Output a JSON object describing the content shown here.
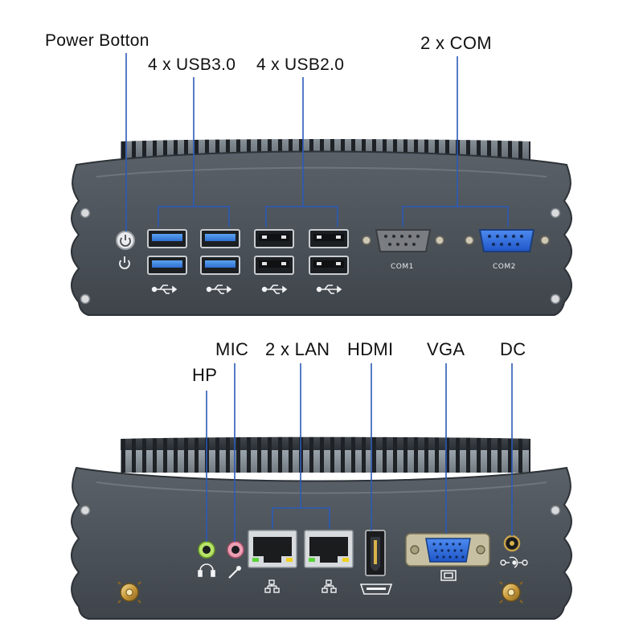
{
  "callouts": {
    "power_button": "Power Botton",
    "usb30": "4 x USB3.0",
    "usb20": "4 x USB2.0",
    "com": "2 x COM",
    "mic": "MIC",
    "hp": "HP",
    "lan": "2 x LAN",
    "hdmi": "HDMI",
    "vga": "VGA",
    "dc": "DC"
  },
  "port_labels": {
    "com1": "COM1",
    "com2": "COM2"
  },
  "colors": {
    "callout_line": "#2b5ab8",
    "chassis": "#4b5259",
    "usb3_blue": "#3d86e0",
    "hp_jack": "#9fd54a",
    "mic_jack": "#e08aa0",
    "vga_blue": "#2f6fe0",
    "com_body": "#6b6e72"
  },
  "icons": [
    "power-icon",
    "usb-icon",
    "lan-icon",
    "hdmi-icon",
    "vga-icon",
    "dc-polarity-icon",
    "headphone-icon",
    "microphone-icon",
    "wifi-antenna-connector-icon"
  ]
}
